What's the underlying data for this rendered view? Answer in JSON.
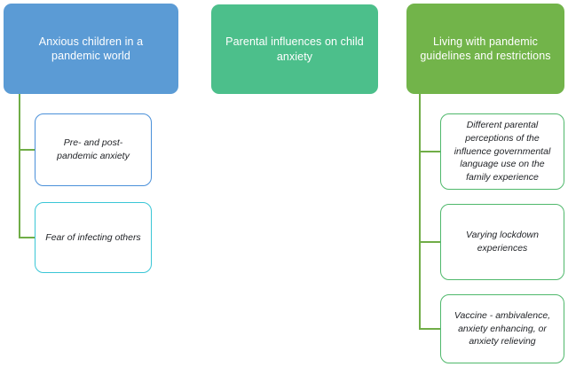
{
  "diagram": {
    "type": "thematic-hierarchy-map",
    "background_color": "#FFFFFF",
    "connector_color": "#70AD47",
    "themes": [
      {
        "id": "theme-1",
        "label": "Anxious children in a pandemic world",
        "color": "#5B9BD5",
        "text_color": "#FFFFFF",
        "subthemes": [
          {
            "id": "sub-l1",
            "label": "Pre- and post-pandemic anxiety",
            "border_color": "#4A90D9",
            "fill_color": "#FFFFFF",
            "text_color": "#222428"
          },
          {
            "id": "sub-l2",
            "label": "Fear of infecting others",
            "border_color": "#3AC6D6",
            "fill_color": "#FFFFFF",
            "text_color": "#222428"
          }
        ]
      },
      {
        "id": "theme-2",
        "label": "Parental influences on child anxiety",
        "color": "#4CBF8B",
        "text_color": "#FFFFFF",
        "subthemes": []
      },
      {
        "id": "theme-3",
        "label": "Living with pandemic guidelines and restrictions",
        "color": "#72B44A",
        "text_color": "#FFFFFF",
        "subthemes": [
          {
            "id": "sub-r1",
            "label": "Different parental perceptions of the influence governmental language use on the family experience",
            "border_color": "#4FB86B",
            "fill_color": "#FFFFFF",
            "text_color": "#222428"
          },
          {
            "id": "sub-r2",
            "label": "Varying lockdown experiences",
            "border_color": "#4FB86B",
            "fill_color": "#FFFFFF",
            "text_color": "#222428"
          },
          {
            "id": "sub-r3",
            "label": "Vaccine - ambivalence, anxiety enhancing, or anxiety relieving",
            "border_color": "#4FB86B",
            "fill_color": "#FFFFFF",
            "text_color": "#222428"
          }
        ]
      }
    ]
  }
}
